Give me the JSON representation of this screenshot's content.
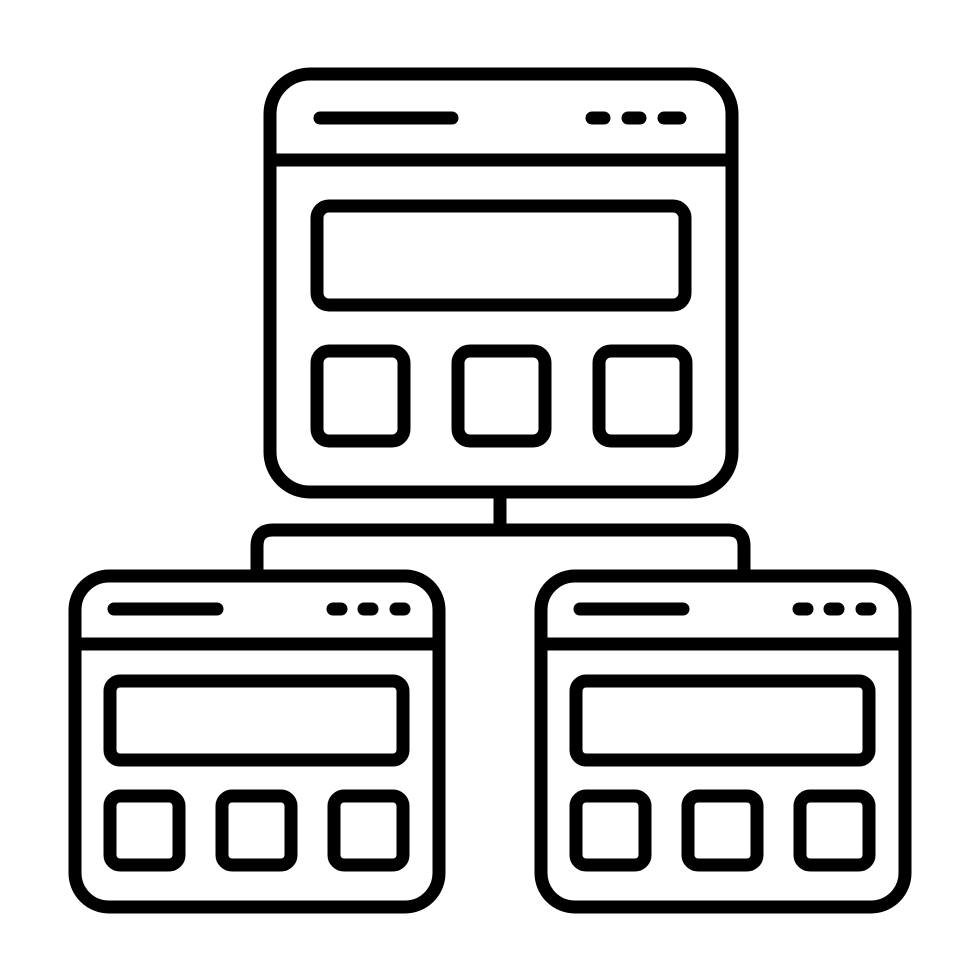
{
  "icon": {
    "name": "website-hierarchy-icon",
    "stroke_color": "#000000",
    "background_color": "#ffffff",
    "structure": {
      "parent_window": {
        "icon": "browser-window-icon",
        "title_bar_dots": 3,
        "content_blocks": 3
      },
      "child_windows": [
        {
          "icon": "browser-window-icon",
          "title_bar_dots": 3,
          "content_blocks": 3
        },
        {
          "icon": "browser-window-icon",
          "title_bar_dots": 3,
          "content_blocks": 3
        }
      ]
    }
  }
}
